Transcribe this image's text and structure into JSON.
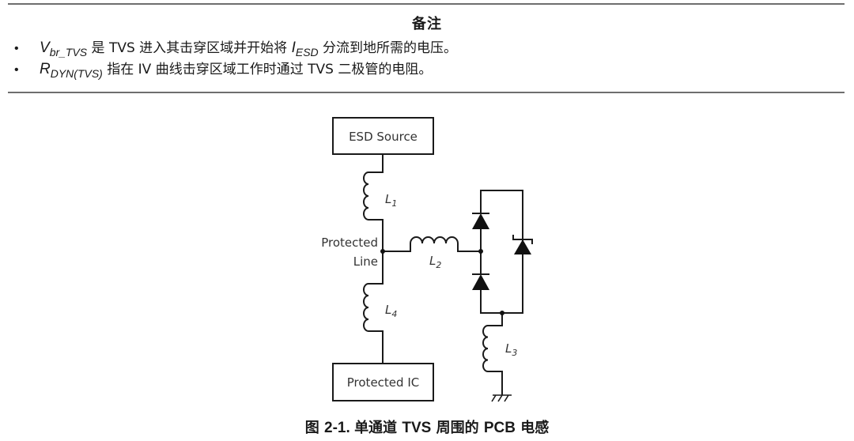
{
  "note": {
    "title": "备注",
    "bullets": [
      {
        "symbol": "V",
        "symbol_sub": "br_TVS",
        "text_a": " 是 TVS 进入其击穿区域并开始将 ",
        "symbol2": "I",
        "symbol2_sub": "ESD",
        "text_b": " 分流到地所需的电压。"
      },
      {
        "symbol": "R",
        "symbol_sub": "DYN(TVS)",
        "text_a": " 指在 IV 曲线击穿区域工作时通过 TVS 二极管的电阻。"
      }
    ]
  },
  "diagram": {
    "esd_source_label": "ESD Source",
    "protected_ic_label": "Protected IC",
    "protected_line_label_1": "Protected",
    "protected_line_label_2": "Line",
    "inductors": [
      {
        "name": "L",
        "sub": "1"
      },
      {
        "name": "L",
        "sub": "2"
      },
      {
        "name": "L",
        "sub": "3"
      },
      {
        "name": "L",
        "sub": "4"
      }
    ]
  },
  "caption": {
    "prefix": "图 ",
    "number": "2-1. ",
    "text_a": "单通道 ",
    "text_b": "TVS",
    "text_c": " 周围的 ",
    "text_d": "PCB",
    "text_e": " 电感"
  }
}
